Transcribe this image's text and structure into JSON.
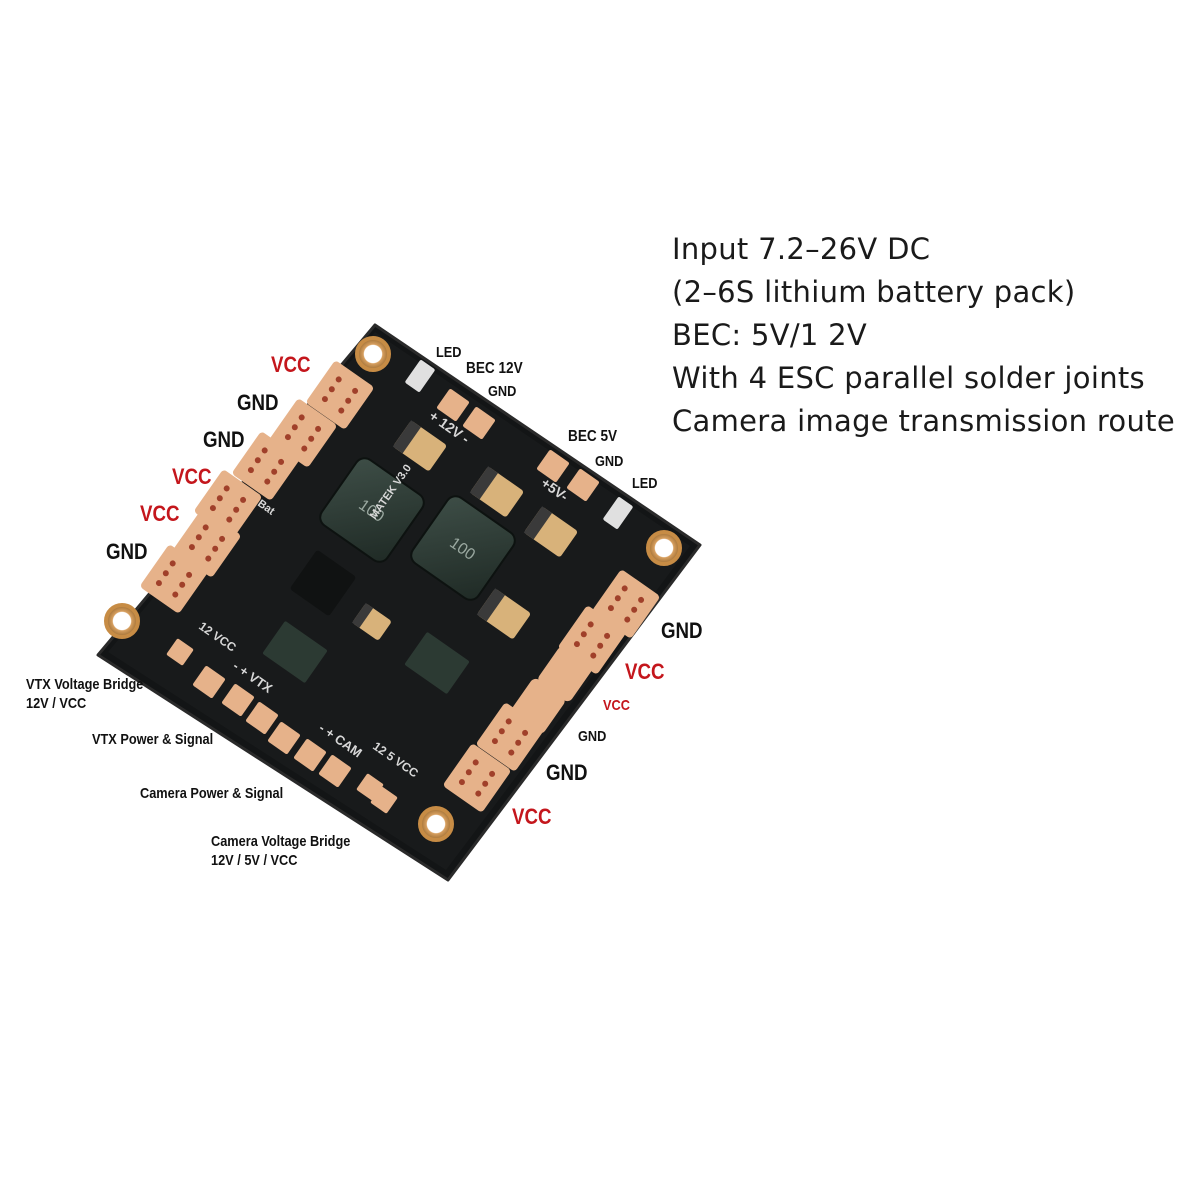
{
  "specs": [
    "Input 7.2–26V DC",
    "(2–6S lithium battery pack)",
    "BEC: 5V/1 2V",
    "With 4 ESC parallel solder joints",
    "Camera image transmission route"
  ],
  "labels": {
    "vcc": "VCC",
    "gnd": "GND",
    "led": "LED",
    "bec12v": "BEC 12V",
    "bec5v": "BEC 5V"
  },
  "descriptions": {
    "vtx_bridge_1": "VTX Voltage Bridge",
    "vtx_bridge_2": "12V / VCC",
    "vtx_power": "VTX Power & Signal",
    "cam_power": "Camera Power & Signal",
    "cam_bridge_1": "Camera Voltage Bridge",
    "cam_bridge_2": "12V / 5V / VCC"
  },
  "silkscreen": {
    "plus12": "+ 12V -",
    "plus5": "+5V-",
    "model": "MATEK V3.0",
    "bat": "Bat",
    "vcc12": "12 VCC",
    "vtx": "- + VTX",
    "cam": "- + CAM",
    "cam_sel": "12 5 VCC",
    "inductor": "100"
  },
  "colors": {
    "label_red": "#c4161c",
    "pcb": "#131516",
    "pad": "#e8b48a",
    "inductor": "#2e3b35"
  }
}
